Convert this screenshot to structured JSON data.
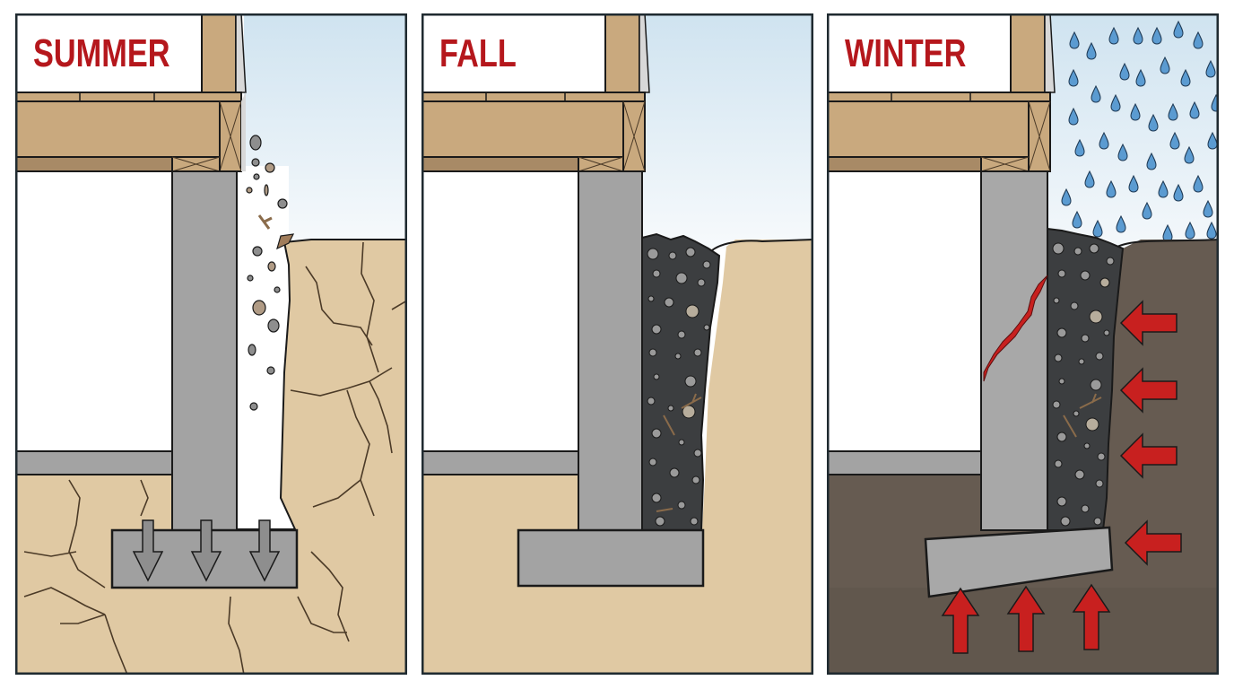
{
  "figure": {
    "description": "Three-panel cross-section of a basement foundation wall across seasons",
    "panels": [
      {
        "id": "summer",
        "label": "SUMMER",
        "soil_state": "dry, cracked, shrunk away from wall",
        "forces": [
          "downward load on footing"
        ],
        "arrow_count": 3,
        "arrow_direction": "down"
      },
      {
        "id": "fall",
        "label": "FALL",
        "soil_state": "gap filled with loose debris and gravel",
        "forces": [],
        "arrow_count": 0
      },
      {
        "id": "winter",
        "label": "WINTER",
        "soil_state": "wet, saturated, expanded",
        "weather": "rain",
        "forces": [
          "lateral pressure on wall",
          "upward heave on footing"
        ],
        "lateral_arrow_count": 4,
        "upward_arrow_count": 3,
        "damage": "diagonal crack in foundation wall; tilted footing"
      }
    ]
  },
  "colors": {
    "label_red": "#b5171c",
    "arrow_red": "#c8201f",
    "outline": "#1f2a30",
    "wood": "#c9a97e",
    "wood_dark": "#a88a66",
    "concrete": "#a3a3a3",
    "dry_soil": "#e0c9a3",
    "wet_soil": "#665b51",
    "gravel_fill": "#3c3e40",
    "sky_top": "#cfe3f0",
    "sky_bottom": "#f4f8fb",
    "rain": "#5b9bd1"
  }
}
